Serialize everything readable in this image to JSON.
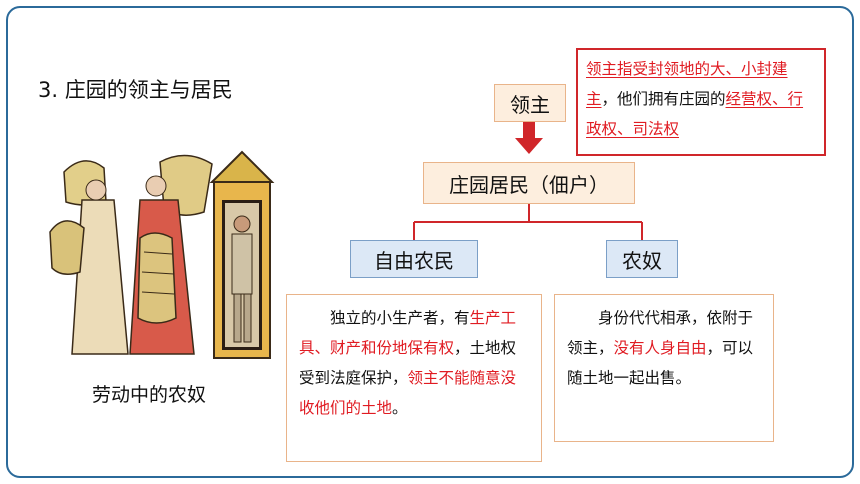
{
  "heading": "3. 庄园的领主与居民",
  "image_caption": "劳动中的农奴",
  "lord_box": "领主",
  "residents_box": "庄园居民（佃户）",
  "free_farmer_box": "自由农民",
  "serf_box": "农奴",
  "lord_note": {
    "part1": "领主指受封领地的大、小封建主",
    "part2": "，他们拥有庄园的",
    "part3": "经营权、行政权、司法权"
  },
  "free_farmer_note": {
    "part1": "独立的小生产者，有",
    "part2": "生产工具、财产和份地保有权",
    "part3": "，土地权受到法庭保护，",
    "part4": "领主不能随意没收他们的土地",
    "part5": "。"
  },
  "serf_note": {
    "part1": "身份代代相承，依附于领主，",
    "part2": "没有人身自由",
    "part3": "，可以随土地一起出售。"
  },
  "colors": {
    "accent_red": "#e01b22",
    "frame_blue": "#2b6a9a",
    "box_peach": "#fdeede",
    "box_blue": "#dce8f6"
  }
}
